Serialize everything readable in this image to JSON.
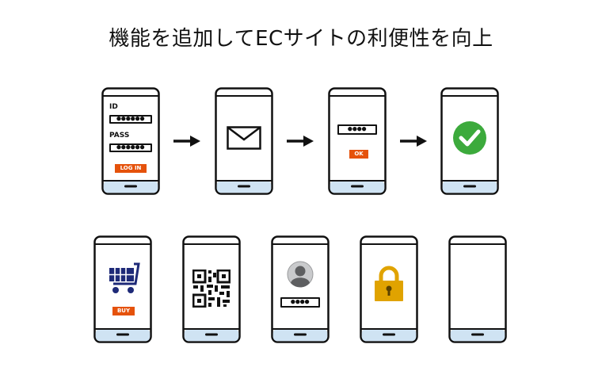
{
  "title": "機能を追加してECサイトの利便性を向上",
  "login_screen": {
    "id_label": "ID",
    "id_field": "●●●●●●",
    "pass_label": "PASS",
    "pass_field": "●●●●●●",
    "login_button": "LOG IN"
  },
  "otp_screen": {
    "code_field": "●●●●",
    "ok_button": "OK"
  },
  "cart_screen": {
    "buy_button": "BUY"
  },
  "profile_screen": {
    "code_field": "●●●●"
  },
  "icons": [
    "mail-icon",
    "check-circle-icon",
    "shopping-cart-icon",
    "qr-code-icon",
    "user-avatar-icon",
    "padlock-icon",
    "arrow-right-icon"
  ],
  "colors": {
    "accent_orange": "#e5520b",
    "check_green": "#3caa3c",
    "cart_navy": "#1e2a78",
    "lock_gold": "#e0a300",
    "screen_border": "#111111",
    "home_bar": "#cfe3f3"
  }
}
